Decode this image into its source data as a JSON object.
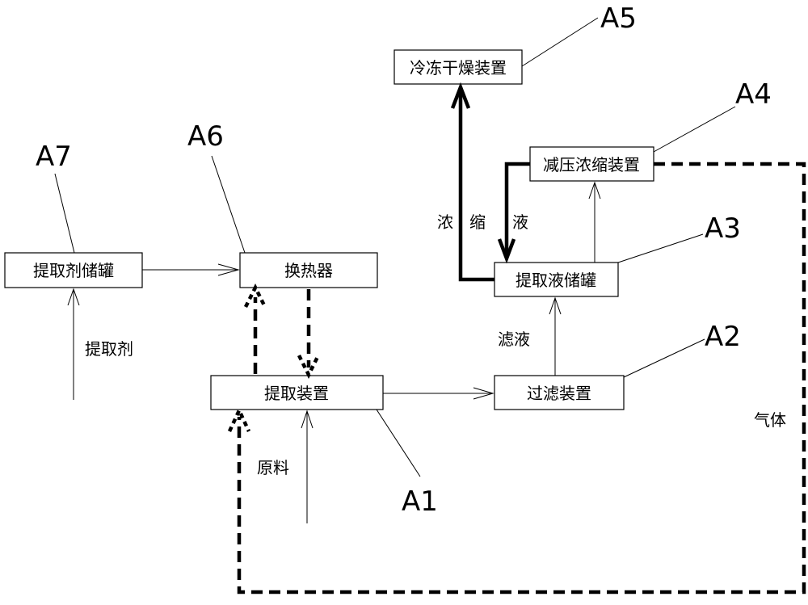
{
  "boxes": {
    "extractant_tank": "提取剂储罐",
    "heat_exchanger": "换热器",
    "extraction_device": "提取装置",
    "filter_device": "过滤装置",
    "extract_tank": "提取液储罐",
    "concentration_device": "减压浓缩装置",
    "freeze_dryer": "冷冻干燥装置"
  },
  "labels": {
    "extractant": "提取剂",
    "raw_material": "原料",
    "filtrate": "滤液",
    "concentrate_1": "浓",
    "concentrate_2": "缩",
    "concentrate_3": "液",
    "gas": "气体"
  },
  "refs": {
    "a1": "A1",
    "a2": "A2",
    "a3": "A3",
    "a4": "A4",
    "a5": "A5",
    "a6": "A6",
    "a7": "A7"
  }
}
